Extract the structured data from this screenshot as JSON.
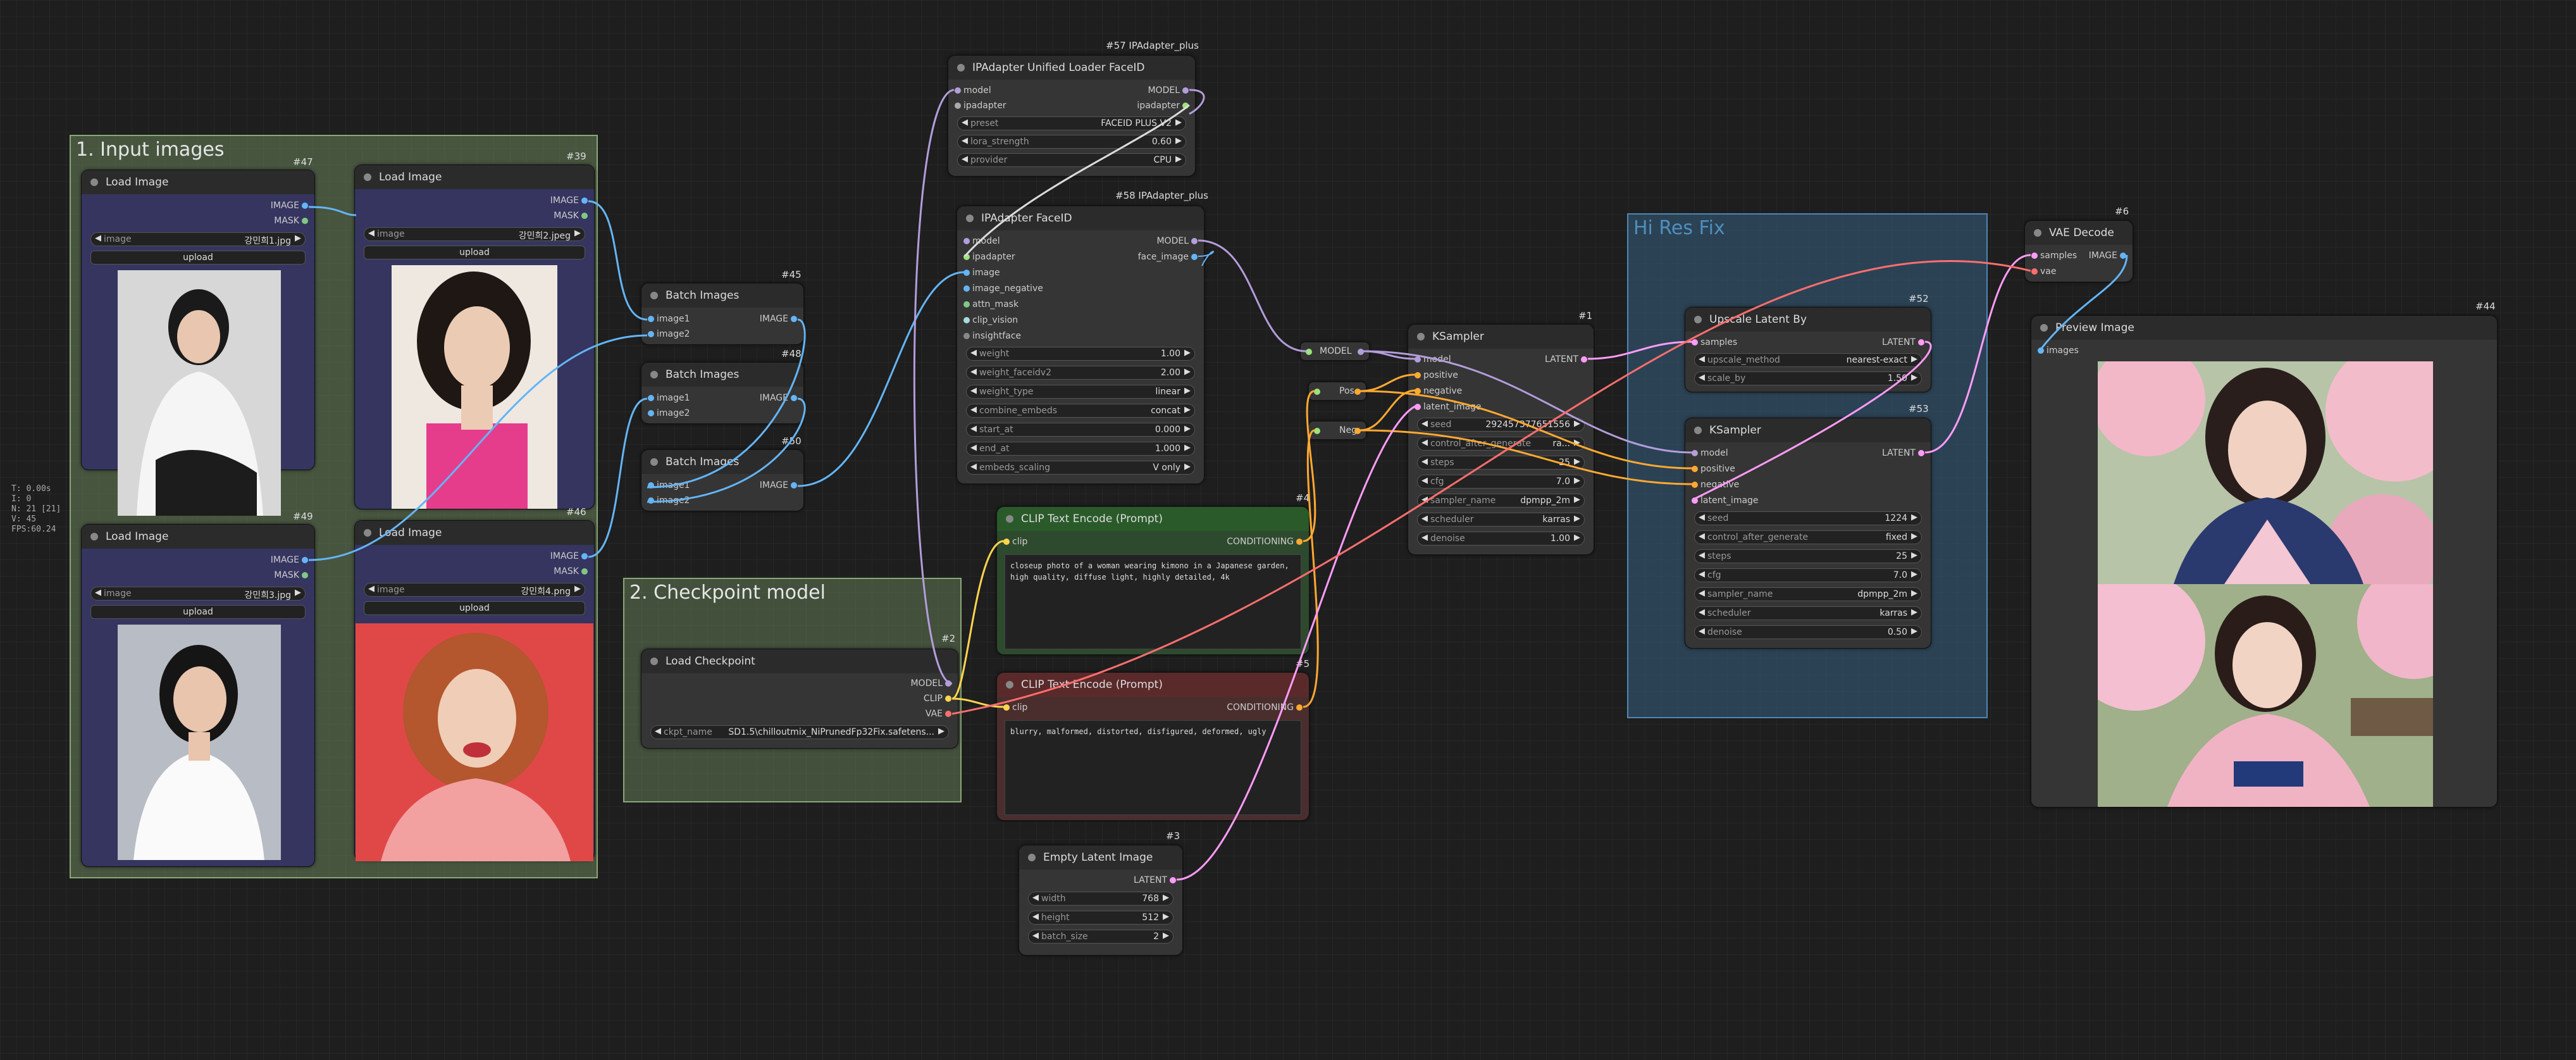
{
  "stats": [
    "T: 0.00s",
    "I: 0",
    "N: 21 [21]",
    "V: 45",
    "FPS:60.24"
  ],
  "colors": {
    "model": "#b39ddb",
    "image": "#64b5f6",
    "mask": "#81c784",
    "clip": "#ffd54f",
    "vae": "#ff6e6e",
    "latent": "#ff9cf9",
    "conditioning": "#ffa931",
    "ipadapter": "#ffffff"
  },
  "groups": {
    "input": {
      "title": "1. Input images"
    },
    "checkpoint": {
      "title": "2. Checkpoint model"
    },
    "hires": {
      "title": "Hi Res Fix"
    }
  },
  "nodes": {
    "load1": {
      "id": "#47",
      "title": "Load Image",
      "out1": "IMAGE",
      "out2": "MASK",
      "w_name": "image",
      "w_val": "강민희1.jpg",
      "btn": "upload"
    },
    "load2": {
      "id": "#39",
      "title": "Load Image",
      "out1": "IMAGE",
      "out2": "MASK",
      "w_name": "image",
      "w_val": "강민희2.jpeg",
      "btn": "upload"
    },
    "load3": {
      "id": "#49",
      "title": "Load Image",
      "out1": "IMAGE",
      "out2": "MASK",
      "w_name": "image",
      "w_val": "강민희3.jpg",
      "btn": "upload"
    },
    "load4": {
      "id": "#46",
      "title": "Load Image",
      "out1": "IMAGE",
      "out2": "MASK",
      "w_name": "image",
      "w_val": "강민희4.png",
      "btn": "upload"
    },
    "batch45": {
      "id": "#45",
      "title": "Batch Images",
      "in1": "image1",
      "in2": "image2",
      "out": "IMAGE"
    },
    "batch48": {
      "id": "#48",
      "title": "Batch Images",
      "in1": "image1",
      "in2": "image2",
      "out": "IMAGE"
    },
    "batch50": {
      "id": "#50",
      "title": "Batch Images",
      "in1": "image1",
      "in2": "image2",
      "out": "IMAGE"
    },
    "ckpt": {
      "id": "#2",
      "title": "Load Checkpoint",
      "out1": "MODEL",
      "out2": "CLIP",
      "out3": "VAE",
      "w_name": "ckpt_name",
      "w_val": "SD1.5\\chilloutmix_NiPrunedFp32Fix.safetens..."
    },
    "loader": {
      "id": "#57 IPAdapter_plus",
      "title": "IPAdapter Unified Loader FaceID",
      "in1": "model",
      "in2": "ipadapter",
      "out1": "MODEL",
      "out2": "ipadapter",
      "w1_name": "preset",
      "w1_val": "FACEID PLUS V2",
      "w2_name": "lora_strength",
      "w2_val": "0.60",
      "w3_name": "provider",
      "w3_val": "CPU"
    },
    "faceid": {
      "id": "#58 IPAdapter_plus",
      "title": "IPAdapter FaceID",
      "inputs": [
        "model",
        "ipadapter",
        "image",
        "image_negative",
        "attn_mask",
        "clip_vision",
        "insightface"
      ],
      "out1": "MODEL",
      "out2": "face_image",
      "widgets": [
        {
          "name": "weight",
          "val": "1.00"
        },
        {
          "name": "weight_faceidv2",
          "val": "2.00"
        },
        {
          "name": "weight_type",
          "val": "linear"
        },
        {
          "name": "combine_embeds",
          "val": "concat"
        },
        {
          "name": "start_at",
          "val": "0.000"
        },
        {
          "name": "end_at",
          "val": "1.000"
        },
        {
          "name": "embeds_scaling",
          "val": "V only"
        }
      ]
    },
    "clip4": {
      "id": "#4",
      "title": "CLIP Text Encode (Prompt)",
      "in": "clip",
      "out": "CONDITIONING",
      "text": "closeup photo of a woman wearing kimono in a Japanese garden, high quality, diffuse light, highly detailed, 4k"
    },
    "clip5": {
      "id": "#5",
      "title": "CLIP Text Encode (Prompt)",
      "in": "clip",
      "out": "CONDITIONING",
      "text": "blurry, malformed, distorted, disfigured, deformed, ugly"
    },
    "latent3": {
      "id": "#3",
      "title": "Empty Latent Image",
      "out": "LATENT",
      "widgets": [
        {
          "name": "width",
          "val": "768"
        },
        {
          "name": "height",
          "val": "512"
        },
        {
          "name": "batch_size",
          "val": "2"
        }
      ]
    },
    "reroute_model": {
      "label": "MODEL"
    },
    "reroute_pos": {
      "label": "Pos"
    },
    "reroute_neg": {
      "label": "Neg"
    },
    "ks1": {
      "id": "#1",
      "title": "KSampler",
      "inputs": [
        "model",
        "positive",
        "negative",
        "latent_image"
      ],
      "out": "LATENT",
      "widgets": [
        {
          "name": "seed",
          "val": "292457377651556"
        },
        {
          "name": "control_after_generate",
          "val": "ra..."
        },
        {
          "name": "steps",
          "val": "25"
        },
        {
          "name": "cfg",
          "val": "7.0"
        },
        {
          "name": "sampler_name",
          "val": "dpmpp_2m"
        },
        {
          "name": "scheduler",
          "val": "karras"
        },
        {
          "name": "denoise",
          "val": "1.00"
        }
      ]
    },
    "upscale": {
      "id": "#52",
      "title": "Upscale Latent By",
      "in": "samples",
      "out": "LATENT",
      "widgets": [
        {
          "name": "upscale_method",
          "val": "nearest-exact"
        },
        {
          "name": "scale_by",
          "val": "1.50"
        }
      ]
    },
    "ks2": {
      "id": "#53",
      "title": "KSampler",
      "inputs": [
        "model",
        "positive",
        "negative",
        "latent_image"
      ],
      "out": "LATENT",
      "widgets": [
        {
          "name": "seed",
          "val": "1224"
        },
        {
          "name": "control_after_generate",
          "val": "fixed"
        },
        {
          "name": "steps",
          "val": "25"
        },
        {
          "name": "cfg",
          "val": "7.0"
        },
        {
          "name": "sampler_name",
          "val": "dpmpp_2m"
        },
        {
          "name": "scheduler",
          "val": "karras"
        },
        {
          "name": "denoise",
          "val": "0.50"
        }
      ]
    },
    "vae": {
      "id": "#6",
      "title": "VAE Decode",
      "in1": "samples",
      "in2": "vae",
      "out": "IMAGE"
    },
    "preview": {
      "id": "#44",
      "title": "Preview Image",
      "in": "images"
    }
  }
}
